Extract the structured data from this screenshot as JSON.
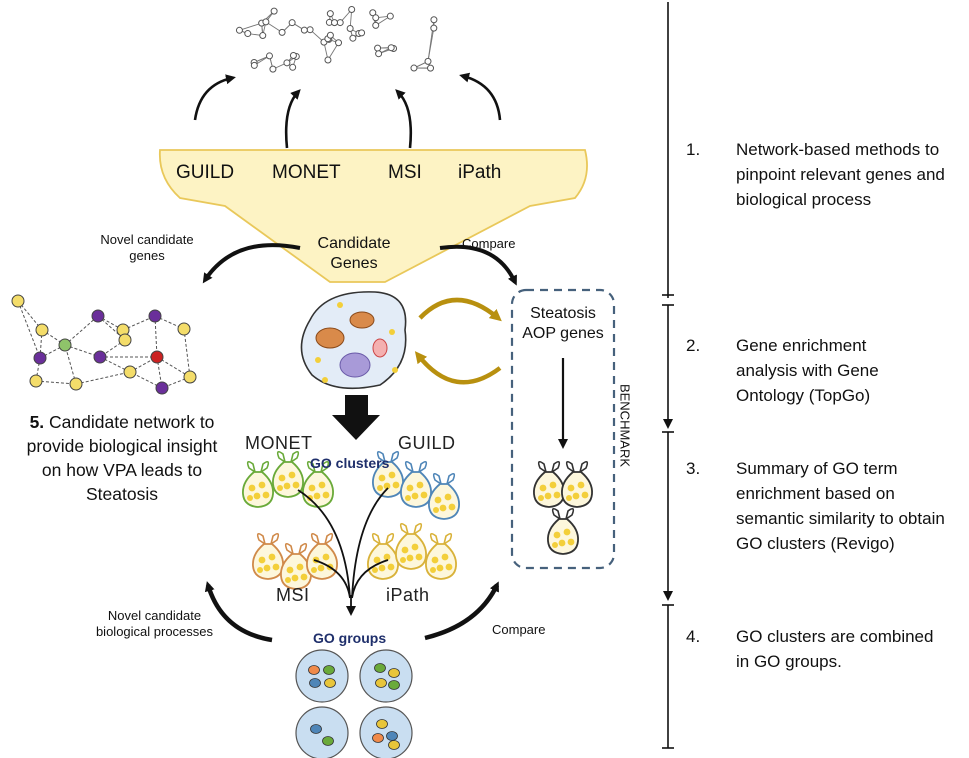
{
  "funnel": {
    "methods": [
      "GUILD",
      "MONET",
      "MSI",
      "iPath"
    ],
    "candidate_line1": "Candidate",
    "candidate_line2": "Genes"
  },
  "left_top": {
    "line1": "Novel candidate",
    "line2": "genes"
  },
  "compare_top": "Compare",
  "steatosis": {
    "line1": "Steatosis",
    "line2": "AOP genes"
  },
  "benchmark": "BENCHMARK",
  "candidate_network": {
    "num": "5.",
    "line1": " Candidate network to",
    "line2": "provide biological insight",
    "line3": "on how VPA leads to",
    "line4": "Steatosis"
  },
  "clusters": {
    "monet": "MONET",
    "guild": "GUILD",
    "go_clusters": "GO clusters",
    "msi": "MSI",
    "ipath": "iPath"
  },
  "go_groups": "GO groups",
  "left_bottom": {
    "line1": "Novel candidate",
    "line2": "biological processes"
  },
  "compare_bottom": "Compare",
  "steps": [
    {
      "num": "1.",
      "lines": [
        "Network-based methods to",
        "pinpoint relevant genes and",
        "biological process"
      ]
    },
    {
      "num": "2.",
      "lines": [
        "Gene enrichment",
        "analysis with Gene",
        "Ontology (TopGo)"
      ]
    },
    {
      "num": "3.",
      "lines": [
        "Summary of GO term",
        "enrichment based on",
        "semantic similarity to obtain",
        "GO clusters (Revigo)"
      ]
    },
    {
      "num": "4.",
      "lines": [
        "GO clusters are combined",
        "in GO groups."
      ]
    }
  ],
  "colors": {
    "funnel_fill": "#fdf3c4",
    "funnel_stroke": "#e9c85a",
    "gold_arrow": "#b8900f",
    "benchmark_border": "#46617c",
    "bag_green": "#6aaa3a",
    "bag_blue": "#4f86b8",
    "bag_orange": "#d08a4a",
    "bag_yellow": "#d9b23a",
    "group_fill": "#c9def1",
    "node_purple": "#6a2f9a",
    "node_yellow": "#f4dd6a",
    "node_green": "#8fc46a",
    "node_red": "#cc2222"
  }
}
